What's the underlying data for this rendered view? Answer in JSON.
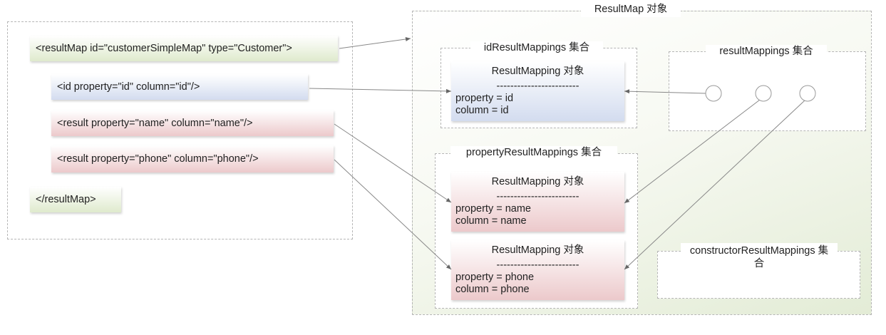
{
  "xml": {
    "open_tag": "<resultMap id=\"customerSimpleMap\" type=\"Customer\">",
    "id_tag": "<id property=\"id\" column=\"id\"/>",
    "result_name_tag": "<result property=\"name\" column=\"name\"/>",
    "result_phone_tag": "<result property=\"phone\" column=\"phone\"/>",
    "close_tag": "</resultMap>"
  },
  "resultmap_object": {
    "title": "ResultMap 对象",
    "id_result_mappings": {
      "title": "idResultMappings 集合",
      "item": {
        "title": "ResultMapping 对象",
        "separator": "------------------------",
        "property": "property = id",
        "column": "column = id"
      }
    },
    "result_mappings": {
      "title": "resultMappings 集合"
    },
    "property_result_mappings": {
      "title": "propertyResultMappings 集合",
      "items": [
        {
          "title": "ResultMapping 对象",
          "separator": "------------------------",
          "property": "property = name",
          "column": "column = name"
        },
        {
          "title": "ResultMapping 对象",
          "separator": "------------------------",
          "property": "property = phone",
          "column": "column = phone"
        }
      ]
    },
    "constructor_result_mappings": {
      "title": "constructorResultMappings 集合"
    }
  },
  "colors": {
    "xml_green": "#dfeacd",
    "xml_blue": "#d3dcef",
    "xml_pink": "#ecc9cb",
    "container_green": "#e3ecd6",
    "arrow": "#777777"
  }
}
